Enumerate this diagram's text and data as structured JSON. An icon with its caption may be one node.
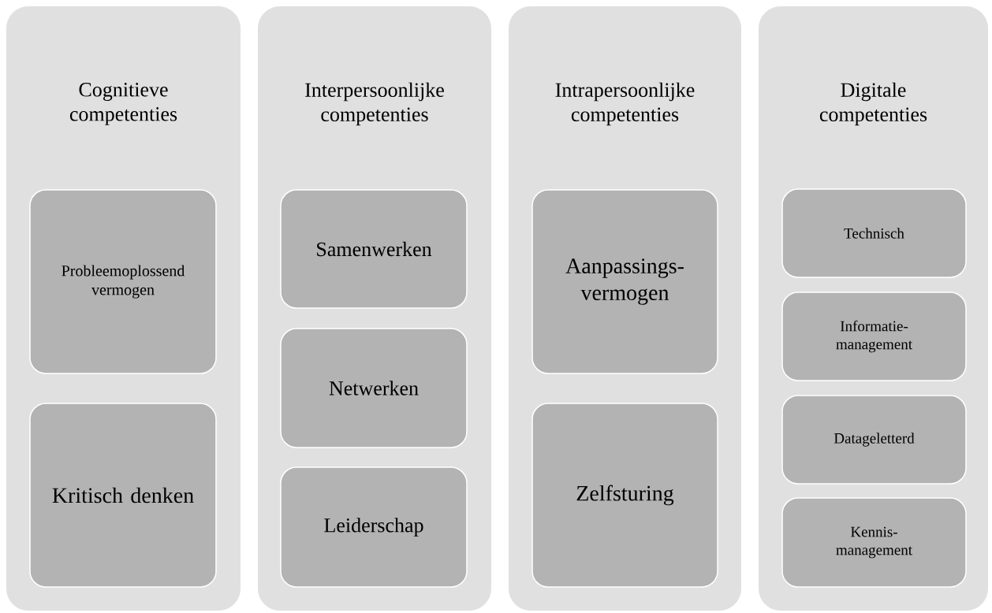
{
  "diagram": {
    "nodes": [
      {
        "text": [
          "Cognitieve competenties"
        ]
      },
      {
        "text": [
          "Probleemoplossend vermogen"
        ],
        "in": 0
      },
      {
        "text": [
          "Kritisch denken"
        ],
        "in": 0
      },
      {
        "text": [
          "Interpersoonlijke competenties"
        ]
      },
      {
        "text": [
          "Samenwerken"
        ],
        "in": 3
      },
      {
        "text": [
          "Netwerken"
        ],
        "in": 3
      },
      {
        "text": [
          "Leiderschap"
        ],
        "in": 3
      },
      {
        "text": [
          "Intrapersoonlijke competenties"
        ]
      },
      {
        "text": [
          "Aanpassings-vermogen"
        ],
        "in": 7
      },
      {
        "text": [
          "Zelfsturing"
        ],
        "in": 7
      },
      {
        "text": [
          "Digitale competenties"
        ]
      },
      {
        "text": [
          "Technisch"
        ],
        "in": 10
      },
      {
        "text": [
          "Informatie-management"
        ],
        "in": 10
      },
      {
        "text": [
          "Datageletterd"
        ],
        "in": 10
      },
      {
        "text": [
          "Kennis-management"
        ],
        "in": 10
      }
    ]
  }
}
